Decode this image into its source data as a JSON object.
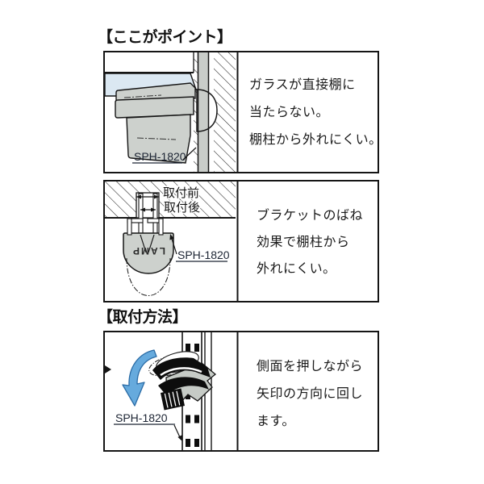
{
  "colors": {
    "line": "#151515",
    "text": "#1a1a1a",
    "label": "#1c2433",
    "bracket_gray": "#cdd1cd",
    "column_gray": "#c9cdc9",
    "glass_blue": "#dbe8f2",
    "arrow_blue": "#66aadd",
    "arrow_blue_edge": "#2b6ca6"
  },
  "sections": {
    "point": {
      "title": "【ここがポイント】",
      "panel1": {
        "label": "SPH-1820",
        "text_lines": [
          "ガラスが直接棚に",
          "当たらない。",
          "棚柱から外れにくい。"
        ]
      },
      "panel2": {
        "label": "SPH-1820",
        "logo": "LAMP",
        "dim_before": "取付前",
        "dim_after": "取付後",
        "text_lines": [
          "ブラケットのばね",
          "効果で棚柱から",
          "外れにくい。"
        ]
      }
    },
    "install": {
      "title": "【取付方法】",
      "panel3": {
        "label": "SPH-1820",
        "text_lines": [
          "側面を押しながら",
          "矢印の方向に回し",
          "ます。"
        ]
      }
    }
  }
}
